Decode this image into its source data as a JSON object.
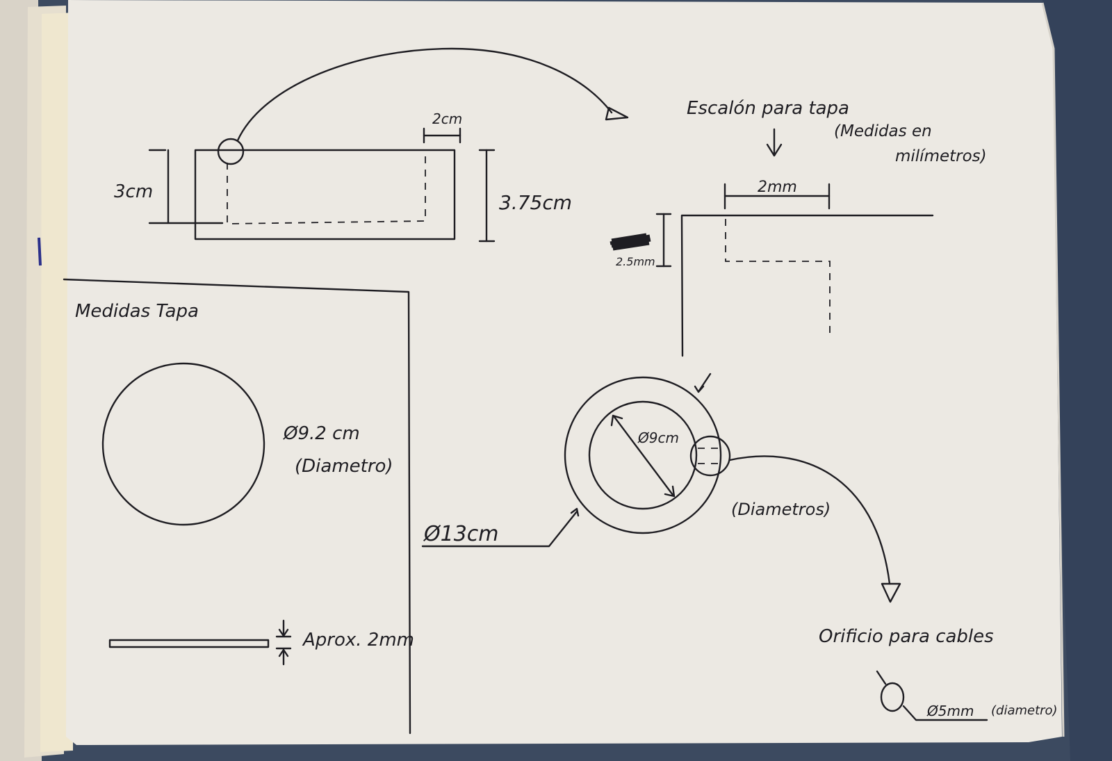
{
  "labels": {
    "top_dim_width": "2cm",
    "left_height": "3cm",
    "right_height": "3.75cm",
    "step_title": "Escalón para tapa",
    "step_units_line1": "(Medidas en",
    "step_units_line2": "milímetros)",
    "step_width": "2mm",
    "step_depth": "2.5mm",
    "lid_title": "Medidas Tapa",
    "lid_diameter": "Ø9.2 cm",
    "lid_diameter_note": "(Diametro)",
    "lid_thickness": "Aprox. 2mm",
    "outer_diameter": "Ø13cm",
    "inner_diameter": "Ø9cm",
    "ring_note": "(Diametros)",
    "cable_hole_title": "Orificio para cables",
    "cable_hole_diameter": "Ø5mm",
    "cable_hole_note": "(diametro)"
  },
  "colors": {
    "paper": "#ece9e3",
    "ink": "#1e1d22",
    "background": "#3c4a60"
  }
}
